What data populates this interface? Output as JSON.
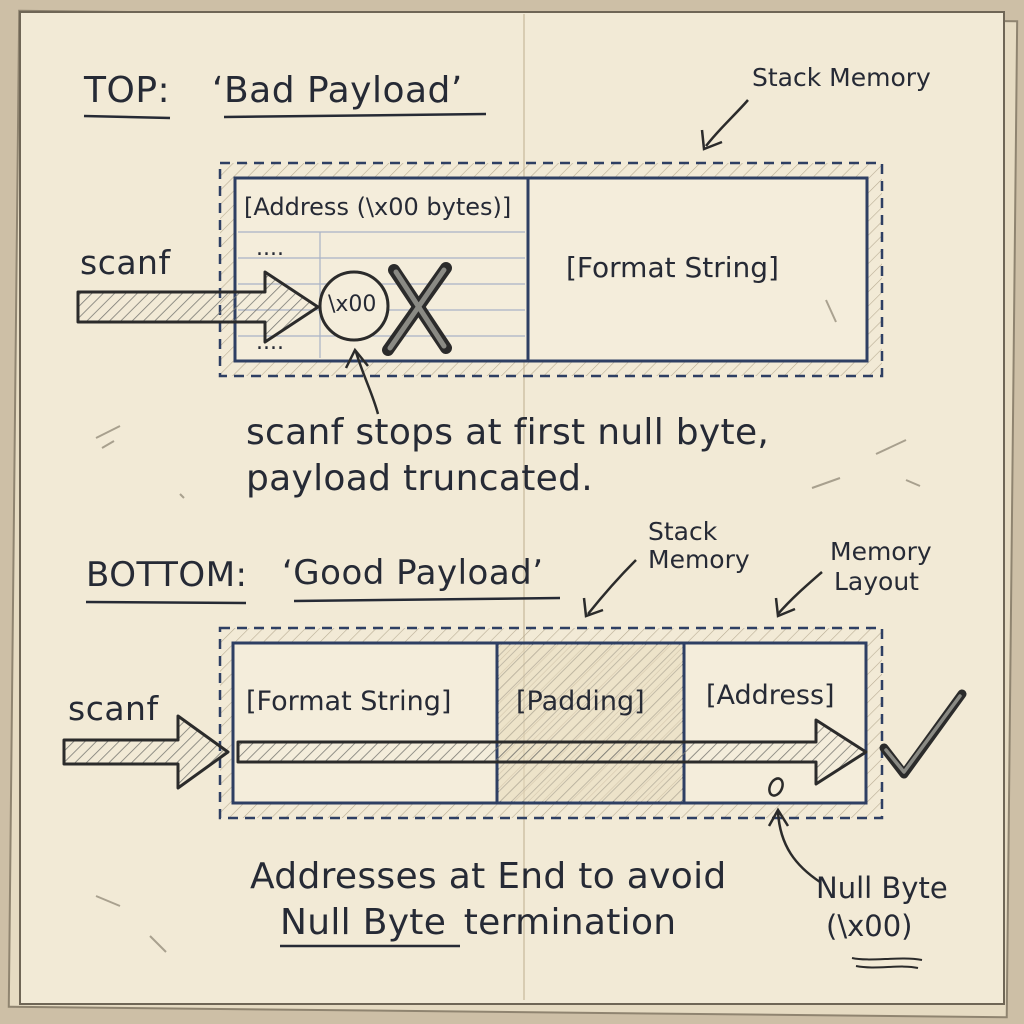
{
  "top": {
    "heading_prefix": "TOP:",
    "heading_title": "‘Bad Payload’",
    "stack_label": "Stack Memory",
    "input_label": "scanf",
    "cell_address": "[Address (\\x00 bytes)]",
    "dots_top": "....",
    "dots_bottom": "....",
    "null_byte": "\\x00",
    "cell_format": "[Format String]",
    "caption_line1": "scanf stops at first null byte,",
    "caption_line2": "payload truncated."
  },
  "bottom": {
    "heading_prefix": "BOTTOM:",
    "heading_title": "‘Good Payload’",
    "stack_label_line1": "Stack",
    "stack_label_line2": "Memory",
    "layout_label_line1": "Memory",
    "layout_label_line2": "Layout",
    "input_label": "scanf",
    "cell_format": "[Format String]",
    "cell_padding": "[Padding]",
    "cell_address": "[Address]",
    "caption_line1": "Addresses at End to avoid",
    "caption_line2_em": "Null Byte",
    "caption_line2_rest": " termination",
    "null_label_line1": "Null Byte",
    "null_label_line2": "(\\x00)"
  },
  "colors": {
    "paper": "#f2ead6",
    "ink": "#262a35",
    "box_blue": "#2e3f63",
    "arrow_fill": "#9b9b96"
  }
}
